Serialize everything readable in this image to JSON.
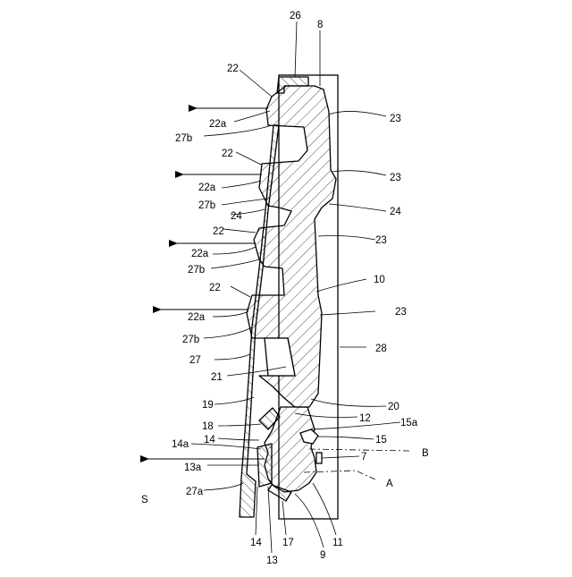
{
  "labels": {
    "n26": "26",
    "n8": "8",
    "n22": "22",
    "n22a": "22a",
    "n27b": "27b",
    "n23": "23",
    "n24": "24",
    "n10": "10",
    "n28": "28",
    "n27": "27",
    "n21": "21",
    "n19": "19",
    "n20": "20",
    "n12": "12",
    "n18": "18",
    "n15a": "15a",
    "n14": "14",
    "n15": "15",
    "n14a": "14a",
    "nB": "B",
    "n7": "7",
    "n13a": "13a",
    "nA": "A",
    "nS": "S",
    "n27a": "27a",
    "n17": "17",
    "n13": "13",
    "n9": "9",
    "n11": "11"
  }
}
